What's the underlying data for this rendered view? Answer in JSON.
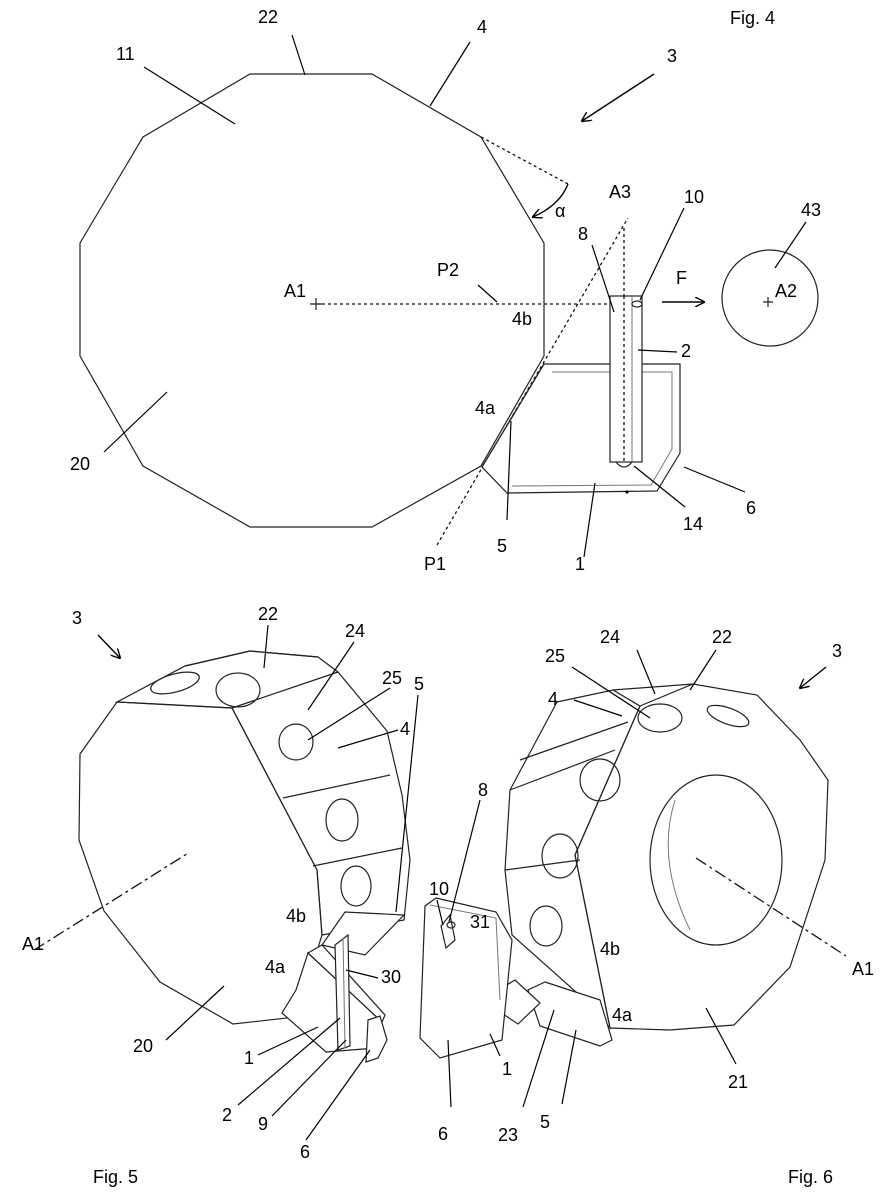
{
  "figures": [
    {
      "id": "fig4",
      "caption": "Fig. 4"
    },
    {
      "id": "fig5",
      "caption": "Fig. 5"
    },
    {
      "id": "fig6",
      "caption": "Fig. 6"
    }
  ],
  "labels": {
    "fig4": {
      "n22": "22",
      "n4": "4",
      "n3": "3",
      "n11": "11",
      "alpha": "α",
      "A3": "A3",
      "n10": "10",
      "n43": "43",
      "n8": "8",
      "P2": "P2",
      "F": "F",
      "A1": "A1",
      "A2": "A2",
      "n4b": "4b",
      "n2": "2",
      "n4a": "4a",
      "n20": "20",
      "n6": "6",
      "n14": "14",
      "n5": "5",
      "n1": "1",
      "P1": "P1"
    },
    "fig5": {
      "n3": "3",
      "n22": "22",
      "n24": "24",
      "n25": "25",
      "n4": "4",
      "n5": "5",
      "A1": "A1",
      "n4b": "4b",
      "n4a": "4a",
      "n30": "30",
      "n20": "20",
      "n1": "1",
      "n2": "2",
      "n9": "9",
      "n6": "6"
    },
    "fig6": {
      "n25": "25",
      "n24": "24",
      "n22": "22",
      "n3": "3",
      "n4": "4",
      "n8": "8",
      "n10": "10",
      "n31": "31",
      "n4b": "4b",
      "A1": "A1",
      "n4a": "4a",
      "n6": "6",
      "n1": "1",
      "n23": "23",
      "n5": "5",
      "n21": "21"
    }
  }
}
